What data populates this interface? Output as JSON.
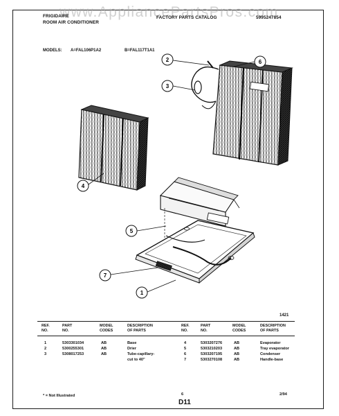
{
  "watermark": "www.AppliancePartsPros.com",
  "header": {
    "brand": "FRIGIDAIRE",
    "product": "ROOM AIR CONDITIONER",
    "catalog": "FACTORY PARTS CATALOG",
    "doc_number": "5995247854"
  },
  "models": {
    "label": "MODELS:",
    "a": "A=FAL106P1A2",
    "b": "B=FAL117T1A1"
  },
  "callouts": [
    "1",
    "2",
    "3",
    "4",
    "5",
    "6",
    "7"
  ],
  "figure_number": "1421",
  "table": {
    "headers": {
      "ref_no": [
        "REF.",
        "NO."
      ],
      "part_no": [
        "PART",
        "NO."
      ],
      "model_codes": [
        "MODEL",
        "CODES"
      ],
      "description": [
        "DESCRIPTION",
        "OF PARTS"
      ]
    },
    "left_rows": [
      {
        "ref": "1",
        "part": "5303301034",
        "model": "AB",
        "desc": "Base"
      },
      {
        "ref": "2",
        "part": "5300255301",
        "model": "AB",
        "desc": "Drier"
      },
      {
        "ref": "3",
        "part": "5308017253",
        "model": "AB",
        "desc": "Tube-capillary-",
        "desc2": "cut to 40\""
      }
    ],
    "right_rows": [
      {
        "ref": "4",
        "part": "5303207276",
        "model": "AB",
        "desc": "Evaporator"
      },
      {
        "ref": "5",
        "part": "5303210203",
        "model": "AB",
        "desc": "Tray evaporator"
      },
      {
        "ref": "6",
        "part": "5303207195",
        "model": "AB",
        "desc": "Condenser"
      },
      {
        "ref": "7",
        "part": "5303270108",
        "model": "AB",
        "desc": "Handle-base"
      }
    ]
  },
  "footer": {
    "note": "* = Not Illustrated",
    "page": "6",
    "date": "2/94",
    "code": "D11"
  }
}
